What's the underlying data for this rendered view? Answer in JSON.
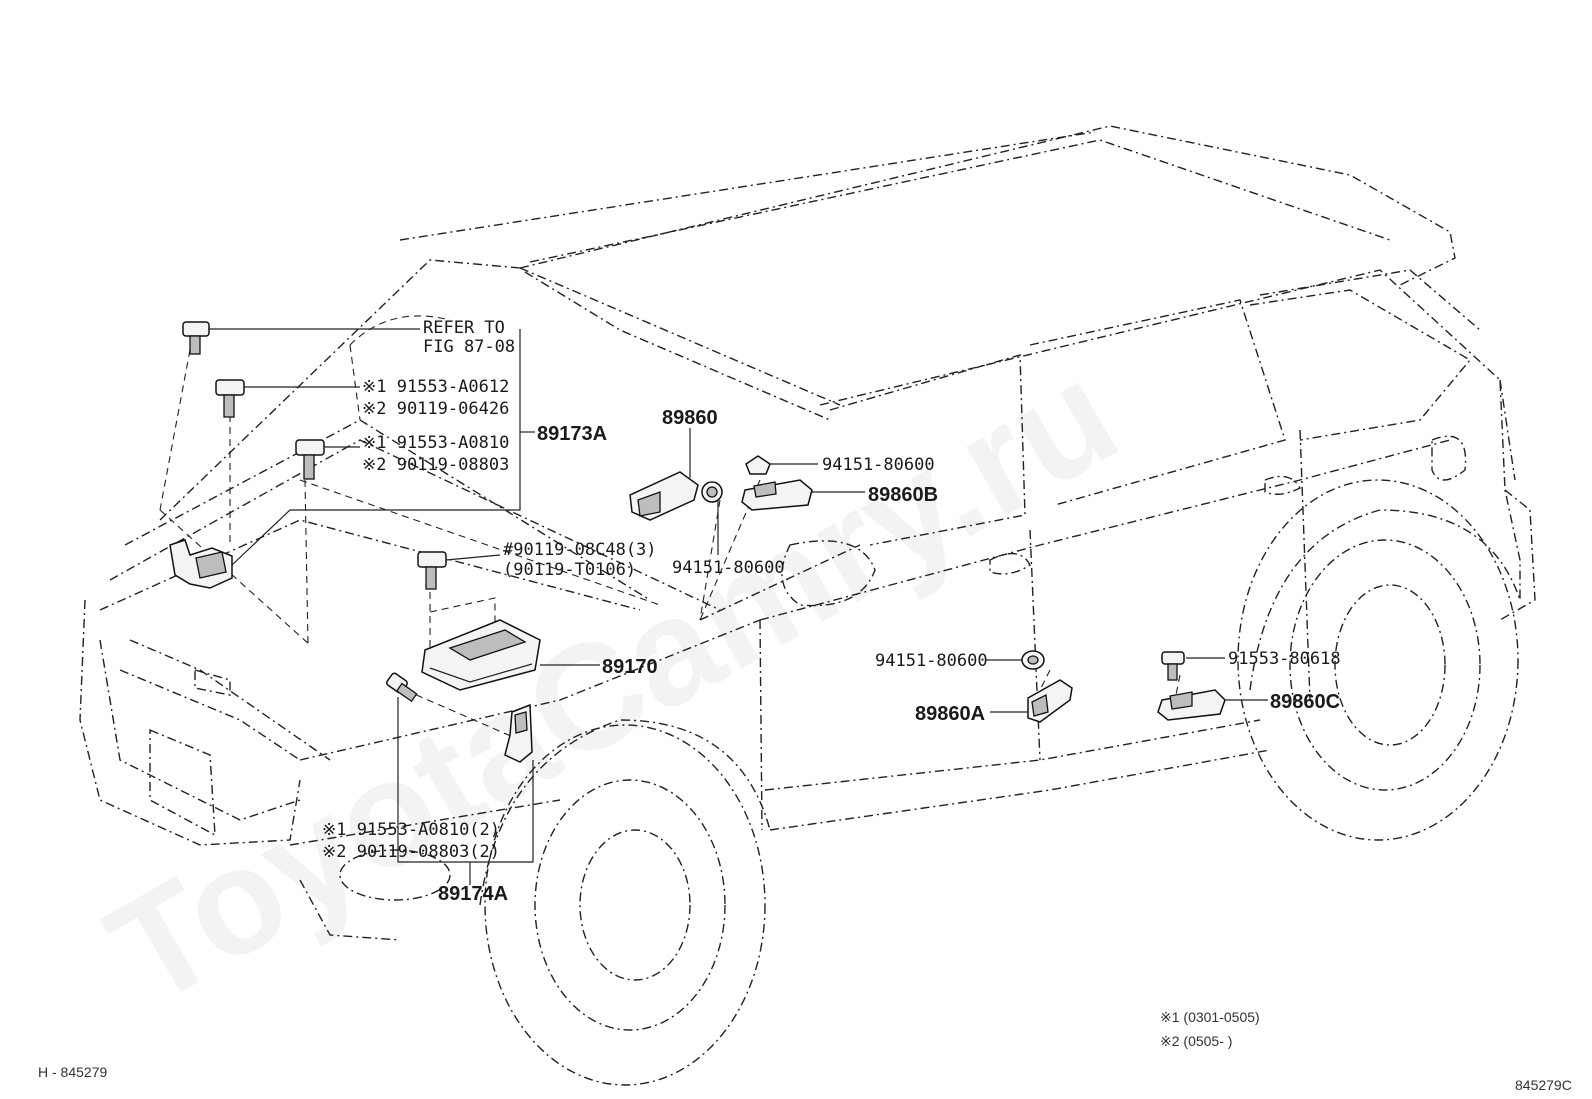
{
  "labels": {
    "refer_line1": "REFER TO",
    "refer_line2": "FIG 87-08",
    "bolt1_alt1": "※1 91553-A0612",
    "bolt1_alt2": "※2 90119-06426",
    "bolt2_alt1": "※1 91553-A0810",
    "bolt2_alt2": "※2 90119-08803",
    "assy_89173a": "89173A",
    "bolt3_line1": "#90119-08C48(3)",
    "bolt3_line2": "(90119-T0106)",
    "sensor_89860": "89860",
    "nut_upper": "94151-80600",
    "sensor_89860b": "89860B",
    "nut_center": "94151-80600",
    "ecu_89170": "89170",
    "nut_lower": "94151-80600",
    "sensor_89860a": "89860A",
    "bolt_rear": "91553-80618",
    "sensor_89860c": "89860C",
    "bolt4_alt1": "※1 91553-A0810(2)",
    "bolt4_alt2": "※2 90119-08803(2)",
    "assy_89174a": "89174A",
    "legend_1": "※1  (0301-0505)",
    "legend_2": "※2  (0505-        )",
    "code_left": "H - 845279",
    "code_right": "845279C",
    "watermark": "ToyotaCamry.ru"
  }
}
